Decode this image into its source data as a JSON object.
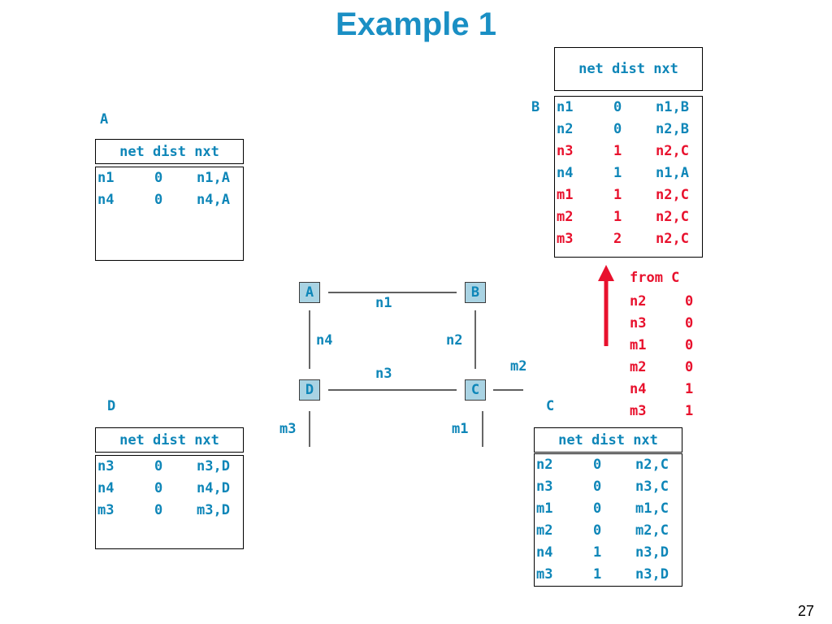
{
  "slide": {
    "title": "Example 1",
    "page_number": "27"
  },
  "table_header": "net dist nxt",
  "tables": {
    "A": {
      "label": "A",
      "rows": [
        {
          "net": "n1",
          "dist": "0",
          "nxt": "n1,A",
          "color": "#0e86b8"
        },
        {
          "net": "n4",
          "dist": "0",
          "nxt": "n4,A",
          "color": "#0e86b8"
        }
      ]
    },
    "B": {
      "label": "B",
      "rows": [
        {
          "net": "n1",
          "dist": "0",
          "nxt": "n1,B",
          "color": "#0e86b8"
        },
        {
          "net": "n2",
          "dist": "0",
          "nxt": "n2,B",
          "color": "#0e86b8"
        },
        {
          "net": "n3",
          "dist": "1",
          "nxt": "n2,C",
          "color": "#e8112d"
        },
        {
          "net": "n4",
          "dist": "1",
          "nxt": "n1,A",
          "color": "#0e86b8"
        },
        {
          "net": "m1",
          "dist": "1",
          "nxt": "n2,C",
          "color": "#e8112d"
        },
        {
          "net": "m2",
          "dist": "1",
          "nxt": "n2,C",
          "color": "#e8112d"
        },
        {
          "net": "m3",
          "dist": "2",
          "nxt": "n2,C",
          "color": "#e8112d"
        }
      ]
    },
    "C": {
      "label": "C",
      "rows": [
        {
          "net": "n2",
          "dist": "0",
          "nxt": "n2,C",
          "color": "#0e86b8"
        },
        {
          "net": "n3",
          "dist": "0",
          "nxt": "n3,C",
          "color": "#0e86b8"
        },
        {
          "net": "m1",
          "dist": "0",
          "nxt": "m1,C",
          "color": "#0e86b8"
        },
        {
          "net": "m2",
          "dist": "0",
          "nxt": "m2,C",
          "color": "#0e86b8"
        },
        {
          "net": "n4",
          "dist": "1",
          "nxt": "n3,D",
          "color": "#0e86b8"
        },
        {
          "net": "m3",
          "dist": "1",
          "nxt": "n3,D",
          "color": "#0e86b8"
        }
      ]
    },
    "D": {
      "label": "D",
      "rows": [
        {
          "net": "n3",
          "dist": "0",
          "nxt": "n3,D",
          "color": "#0e86b8"
        },
        {
          "net": "n4",
          "dist": "0",
          "nxt": "n4,D",
          "color": "#0e86b8"
        },
        {
          "net": "m3",
          "dist": "0",
          "nxt": "m3,D",
          "color": "#0e86b8"
        }
      ]
    }
  },
  "update": {
    "title": "from C",
    "rows": [
      {
        "net": "n2",
        "dist": "0"
      },
      {
        "net": "n3",
        "dist": "0"
      },
      {
        "net": "m1",
        "dist": "0"
      },
      {
        "net": "m2",
        "dist": "0"
      },
      {
        "net": "n4",
        "dist": "1"
      },
      {
        "net": "m3",
        "dist": "1"
      }
    ],
    "color": "#e8112d"
  },
  "network": {
    "nodes": [
      "A",
      "B",
      "C",
      "D"
    ],
    "links": {
      "n1": "n1",
      "n2": "n2",
      "n3": "n3",
      "n4": "n4",
      "m1": "m1",
      "m2": "m2",
      "m3": "m3"
    }
  },
  "colors": {
    "text_blue": "#0e86b8",
    "title_blue": "#1a8fc4",
    "red": "#e8112d",
    "node_fill": "#a9d3e3"
  }
}
